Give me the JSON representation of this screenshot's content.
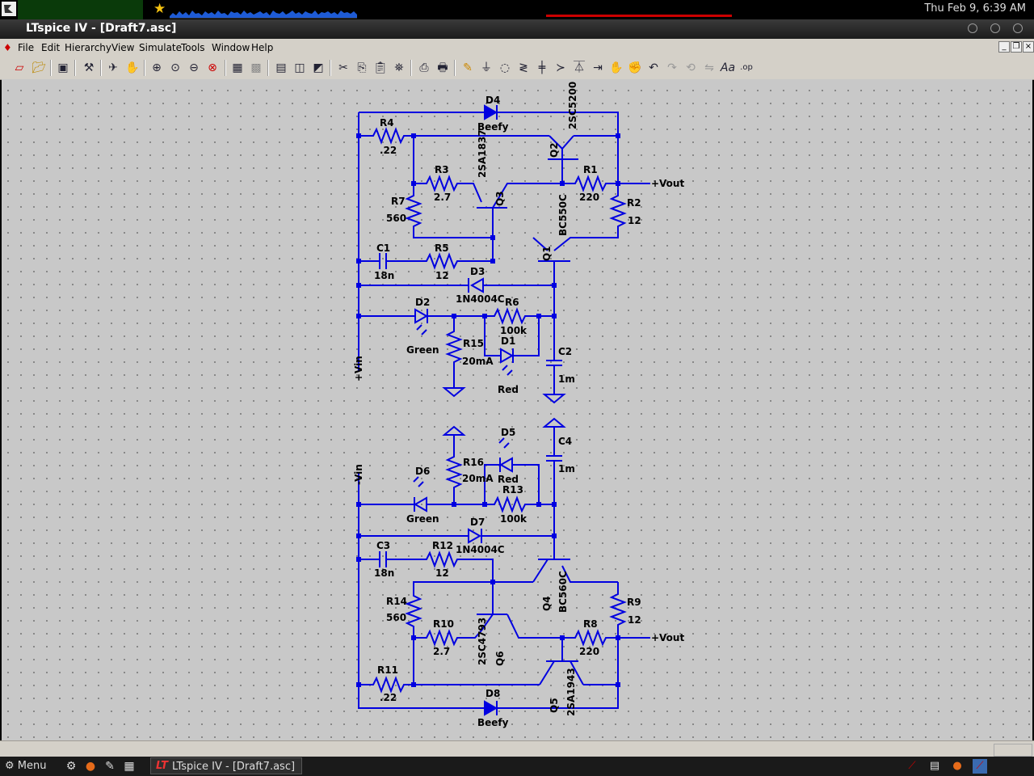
{
  "system_panel": {
    "clock": "Thu Feb  9,  6:39 AM"
  },
  "window": {
    "title": "LTspice IV - [Draft7.asc]"
  },
  "menu": {
    "items": [
      "File",
      "Edit",
      "Hierarchy",
      "View",
      "Simulate",
      "Tools",
      "Window",
      "Help"
    ]
  },
  "toolbar": {
    "icons": [
      "new-schematic-icon",
      "open-icon",
      "save-icon",
      "control-panel-icon",
      "run-icon",
      "pan-icon",
      "zoom-in-icon",
      "zoom-area-icon",
      "zoom-out-icon",
      "zoom-fit-icon",
      "waveform-icon",
      "tile-icon",
      "cascade-icon",
      "window-icon",
      "cut-icon",
      "copy-icon",
      "paste-icon",
      "find-icon",
      "print-setup-icon",
      "print-icon",
      "draw-wire-icon",
      "ground-icon",
      "label-net-icon",
      "resistor-icon",
      "capacitor-icon",
      "inductor-icon",
      "diode-icon",
      "component-icon",
      "move-icon",
      "drag-icon",
      "undo-icon",
      "redo-icon",
      "rotate-icon",
      "mirror-icon",
      "text-icon",
      "spice-directive-icon"
    ]
  },
  "schematic": {
    "labels": {
      "d4": "D4",
      "d4_value": "Beefy",
      "q2": "Q2",
      "q2_part": "2SC5200",
      "r4": "R4",
      "r4_value": ".22",
      "r3": "R3",
      "r3_value": "2.7",
      "q3_part": "2SA1837",
      "q3": "Q3",
      "r1": "R1",
      "r1_value": "220",
      "vout_top": "+Vout",
      "r7": "R7",
      "r7_value": "560",
      "q1_part": "BC550C",
      "q1": "Q1",
      "r2": "R2",
      "r2_value": "12",
      "c1": "C1",
      "c1_value": "18n",
      "r5": "R5",
      "r5_value": "12",
      "d3": "D3",
      "d3_value": "1N4004C",
      "d2": "D2",
      "d2_value": "Green",
      "r6": "R6",
      "r6_value": "100k",
      "r15": "R15",
      "r15_value": "20mA",
      "d1": "D1",
      "d1_value": "Red",
      "c2": "C2",
      "c2_value": "1m",
      "vin_pos": "+Vin",
      "vin_neg": "-Vin",
      "d5": "D5",
      "d5_value": "Red",
      "c4": "C4",
      "c4_value": "1m",
      "d6": "D6",
      "d6_value": "Green",
      "r16": "R16",
      "r16_value": "20mA",
      "r13": "R13",
      "r13_value": "100k",
      "d7": "D7",
      "d7_value": "1N4004C",
      "c3": "C3",
      "c3_value": "18n",
      "r12": "R12",
      "r12_value": "12",
      "q4": "Q4",
      "q4_part": "BC560C",
      "r9": "R9",
      "r9_value": "12",
      "r14": "R14",
      "r14_value": "560",
      "r10": "R10",
      "r10_value": "2.7",
      "q6_part": "2SC4793",
      "q6": "Q6",
      "r8": "R8",
      "r8_value": "220",
      "vout_bottom": "+Vout",
      "r11": "R11",
      "r11_value": ".22",
      "q5": "Q5",
      "q5_part": "2SA1943",
      "d8": "D8",
      "d8_value": "Beefy"
    }
  },
  "taskbar": {
    "menu_label": "Menu",
    "task_label": "LTspice IV - [Draft7.asc]"
  },
  "colors": {
    "wire": "#0000e0",
    "canvas": "#c8c8c8",
    "chrome": "#d4d0c8"
  }
}
